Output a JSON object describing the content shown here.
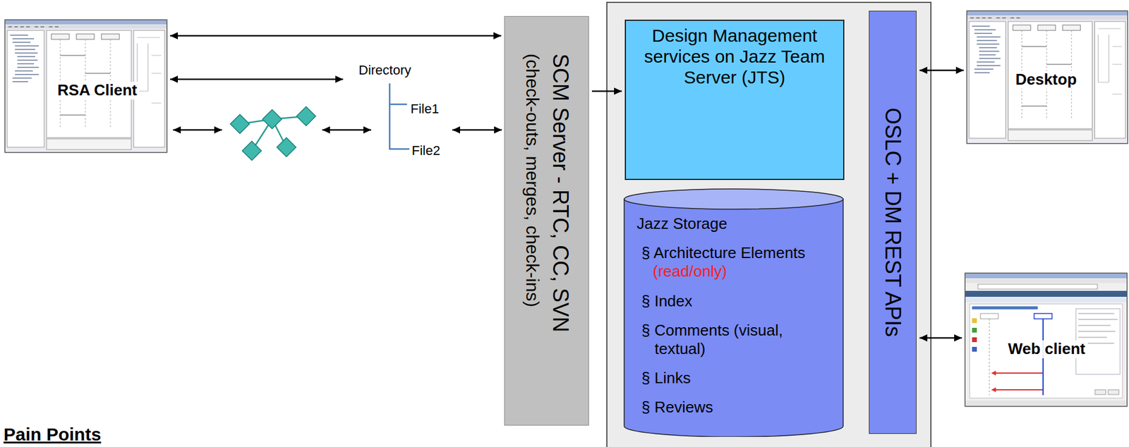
{
  "diagram": {
    "nodes": [
      {
        "text": [
          "RSA Client"
        ]
      },
      {
        "text": [
          "Directory"
        ]
      },
      {
        "text": [
          "SCM Server - RTC, CC, SVN",
          "(check-outs, merges, check-ins)"
        ]
      },
      {
        "text": [
          "Design Management services on Jazz Team Server (JTS)"
        ]
      },
      {
        "text": [
          "Jazz Storage",
          "§ Architecture Elements",
          "(read/only)",
          "§ Index",
          "§ Comments (visual, textual)",
          "§ Links",
          "§ Reviews"
        ]
      },
      {
        "text": [
          "OSLC + DM REST APIs"
        ]
      },
      {
        "text": [
          "Desktop"
        ]
      },
      {
        "text": [
          "Web client"
        ]
      }
    ],
    "edges": [
      {
        "from": 0,
        "to": 2,
        "arrow": "both"
      },
      {
        "from": 0,
        "to": 1,
        "arrow": "both"
      },
      {
        "from": 2,
        "to": 3,
        "arrow": "to"
      },
      {
        "from": 5,
        "to": 6,
        "arrow": "both"
      },
      {
        "from": 5,
        "to": 7,
        "arrow": "both"
      }
    ],
    "labels": [
      "File1",
      "File2",
      "Pain Points"
    ]
  }
}
